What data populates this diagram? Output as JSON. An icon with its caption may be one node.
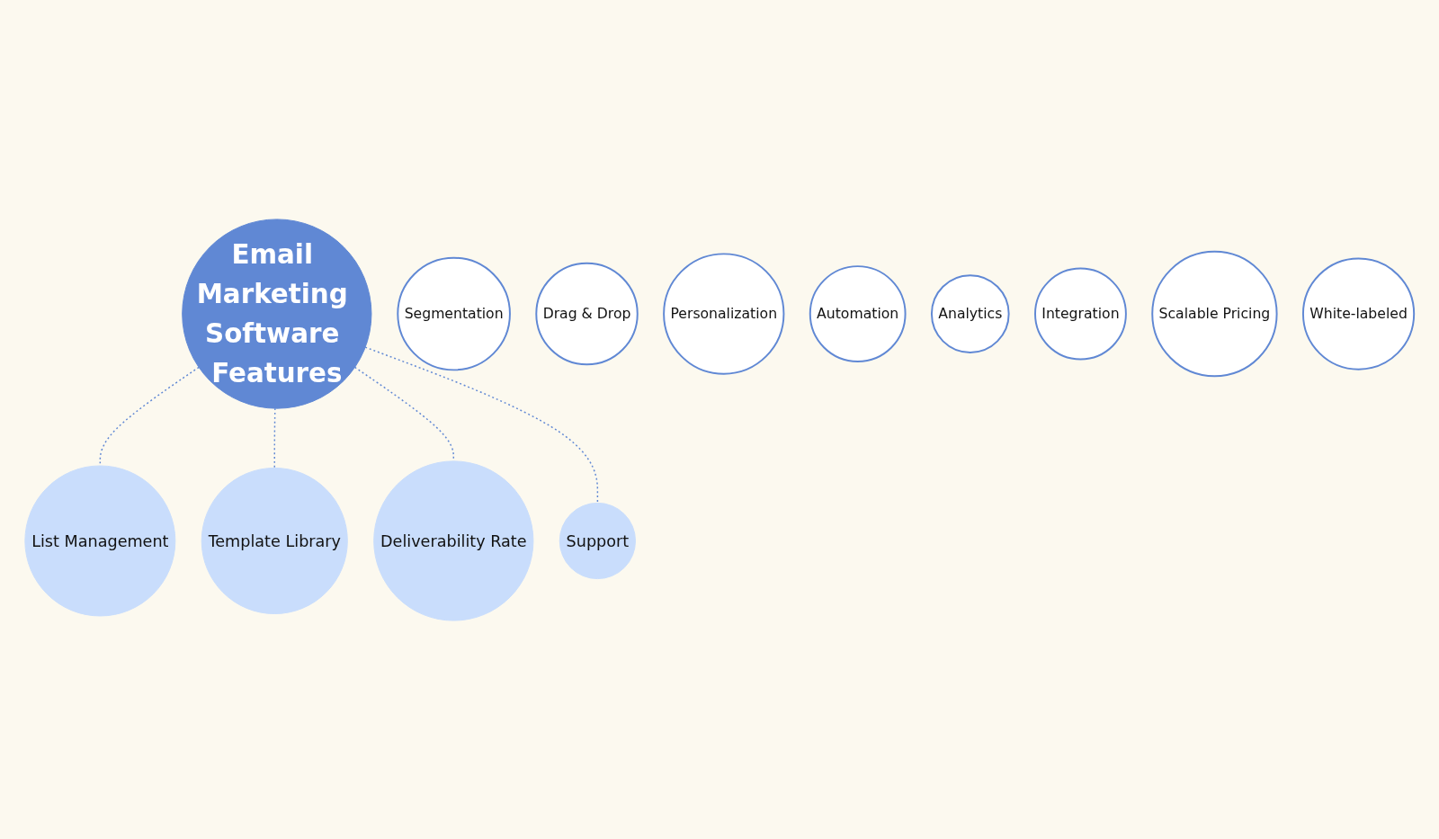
{
  "diagram": {
    "nodes": [
      {
        "text": [
          "Email Marketing Software Features"
        ]
      },
      {
        "text": [
          "List Management"
        ]
      },
      {
        "text": [
          "Segmentation"
        ]
      },
      {
        "text": [
          "Drag & Drop"
        ]
      },
      {
        "text": [
          "Template Library"
        ]
      },
      {
        "text": [
          "Personalization"
        ]
      },
      {
        "text": [
          "Automation"
        ]
      },
      {
        "text": [
          "Deliverability Rate"
        ]
      },
      {
        "text": [
          "Analytics"
        ]
      },
      {
        "text": [
          "Integration"
        ]
      },
      {
        "text": [
          "Support"
        ]
      },
      {
        "text": [
          "Scalable Pricing"
        ]
      },
      {
        "text": [
          "White-labeled"
        ]
      }
    ],
    "edges": [
      {
        "from": 0,
        "to": 1,
        "arrow": "none",
        "style": "dashed"
      },
      {
        "from": 0,
        "to": 4,
        "arrow": "none",
        "style": "dashed"
      },
      {
        "from": 0,
        "to": 7,
        "arrow": "none",
        "style": "dashed"
      },
      {
        "from": 0,
        "to": 10,
        "arrow": "none",
        "style": "dashed"
      }
    ]
  }
}
